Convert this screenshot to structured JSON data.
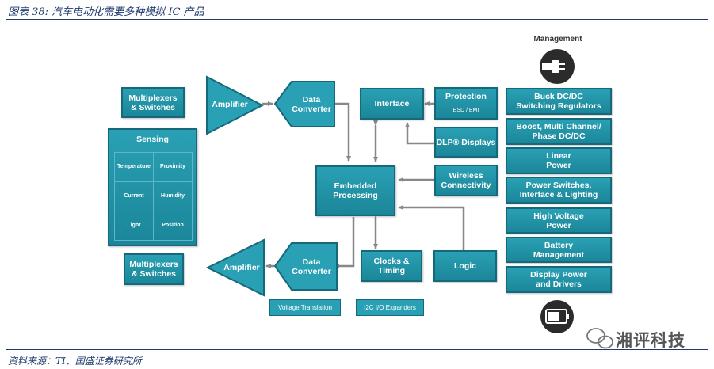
{
  "caption": "图表 38: 汽车电动化需要多种模拟 IC 产品",
  "source": "资料来源：TI、国盛证券研究所",
  "watermark": "湘评科技",
  "colors": {
    "block": "#2aa0b4",
    "border": "#15697a",
    "arrow": "#888888",
    "rule": "#1f3a6e"
  },
  "left": {
    "mux_top": "Multiplexers\n& Switches",
    "mux_bottom": "Multiplexers\n& Switches",
    "amp_top": "Amplifier",
    "amp_bottom": "Amplifier",
    "dc_top": "Data\nConverter",
    "dc_bottom": "Data\nConverter",
    "sensing": {
      "title": "Sensing",
      "cells": [
        "Temperature",
        "Proximity",
        "Current",
        "Humidity",
        "Light",
        "Position"
      ]
    }
  },
  "center": {
    "interface": "Interface",
    "protection": "Protection",
    "protection_sub": "ESD / EMI",
    "dlp": "DLP® Displays",
    "embedded": "Embedded\nProcessing",
    "wireless": "Wireless\nConnectivity",
    "clocks": "Clocks &\nTiming",
    "logic": "Logic",
    "voltage_translation": "Voltage Translation",
    "i2c": "I2C I/O Expanders"
  },
  "management": {
    "title": "Management",
    "plug_icon": "power-plug-icon",
    "battery_icon": "battery-icon",
    "items": [
      "Buck DC/DC\nSwitching Regulators",
      "Boost, Multi Channel/\nPhase DC/DC",
      "Linear\nPower",
      "Power Switches,\nInterface & Lighting",
      "High Voltage\nPower",
      "Battery\nManagement",
      "Display Power\nand Drivers"
    ]
  }
}
